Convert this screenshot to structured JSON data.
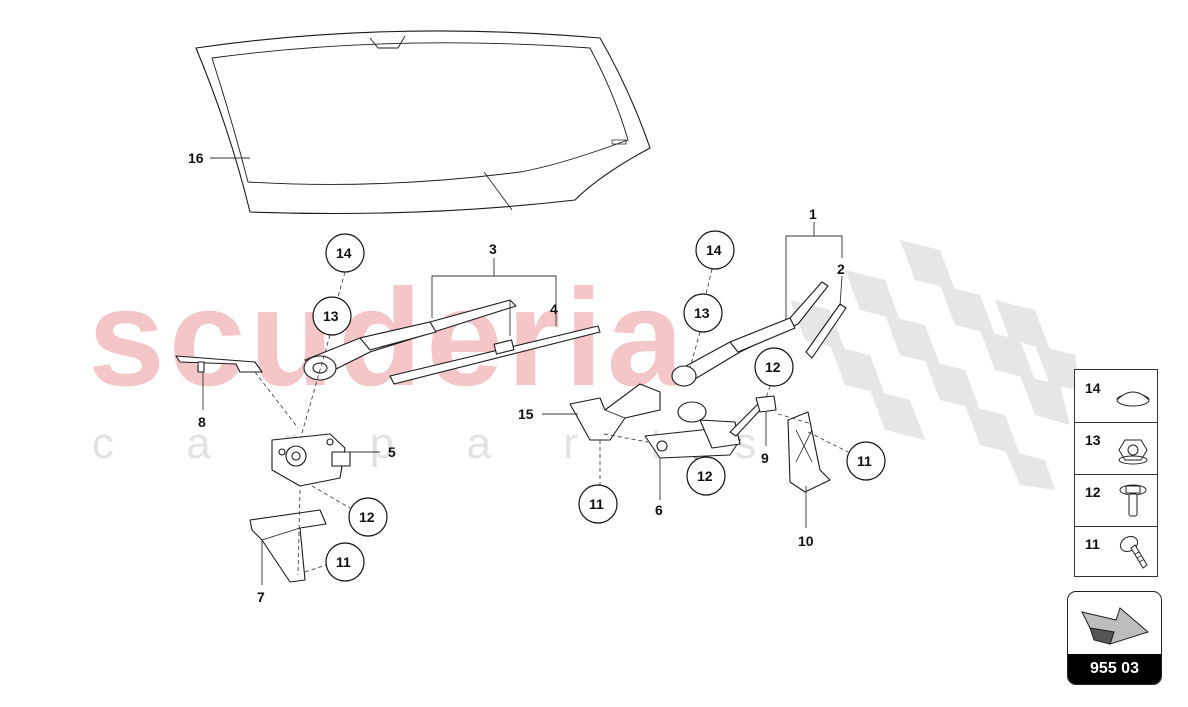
{
  "diagram": {
    "callouts": {
      "c1": "1",
      "c2": "2",
      "c3": "3",
      "c4": "4",
      "c5": "5",
      "c6": "6",
      "c7": "7",
      "c8": "8",
      "c9": "9",
      "c10": "10",
      "c15": "15",
      "c16": "16"
    },
    "circles": {
      "left14": "14",
      "left13": "13",
      "left12": "12",
      "left11": "11",
      "right14": "14",
      "right13": "13",
      "right12a": "12",
      "right12b": "12",
      "right11a": "11",
      "right11b": "11"
    }
  },
  "legend": {
    "items": [
      {
        "number": "14",
        "icon": "cap-icon"
      },
      {
        "number": "13",
        "icon": "nut-icon"
      },
      {
        "number": "12",
        "icon": "bolt-icon"
      },
      {
        "number": "11",
        "icon": "screw-icon"
      }
    ]
  },
  "watermark": {
    "brand": "scuderia",
    "sub": "c a r p a r t s"
  },
  "diagram_code": "955 03",
  "colors": {
    "watermark": "#f5c6c8",
    "checker": "#e3e3e3",
    "ink": "#1a1a1a"
  }
}
